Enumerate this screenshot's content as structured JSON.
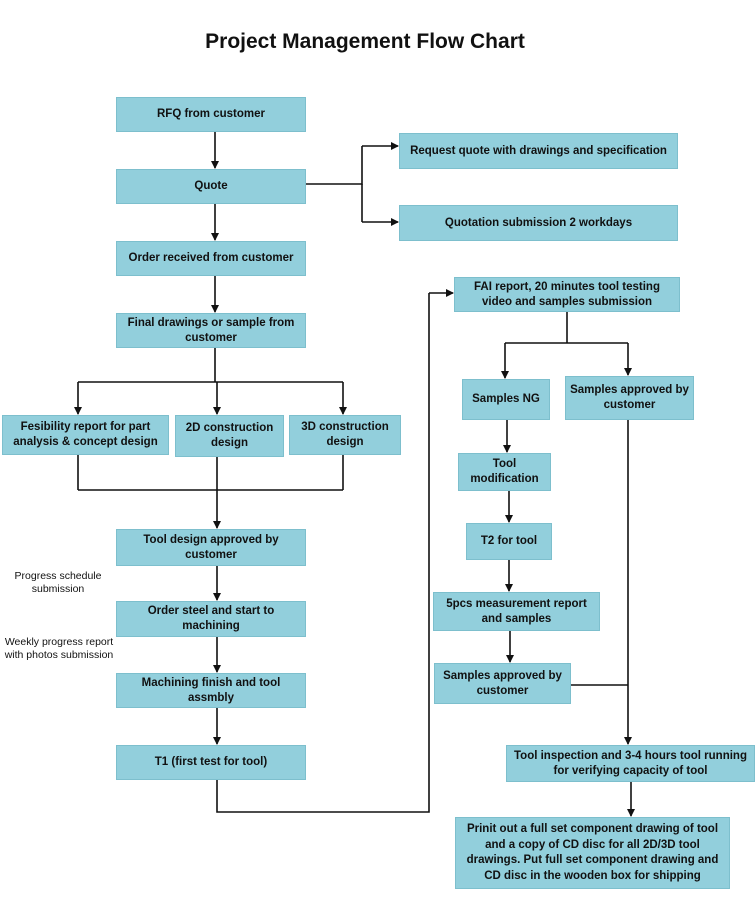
{
  "title": "Project Management Flow Chart",
  "nodes": {
    "rfq": "RFQ from customer",
    "quote": "Quote",
    "request_quote": "Request quote with drawings and specification",
    "quotation_submission": "Quotation submission 2 workdays",
    "order_received": "Order received from customer",
    "final_drawings": "Final drawings or sample from customer",
    "feasibility": "Fesibility report for part analysis & concept design",
    "construction_2d": "2D construction design",
    "construction_3d": "3D construction design",
    "tool_design_approved": "Tool design approved by customer",
    "order_steel": "Order steel and start to machining",
    "machining_finish": "Machining finish and tool assmbly",
    "t1": "T1 (first test for tool)",
    "fai_report": "FAI report, 20 minutes tool testing video and samples submission",
    "samples_ng": "Samples NG",
    "samples_approved_right": "Samples approved by customer",
    "tool_modification": "Tool modification",
    "t2": "T2 for tool",
    "measurement_report": "5pcs measurement report and samples",
    "samples_approved_left": "Samples approved by customer",
    "tool_inspection": "Tool inspection and 3-4 hours tool running for verifying capacity of tool",
    "print_out": "Prinit out a full set component drawing of tool and a copy of CD disc for all 2D/3D tool drawings. Put full set component drawing and CD disc in the wooden box for shipping"
  },
  "notes": {
    "progress_schedule": "Progress schedule submission",
    "weekly_progress": "Weekly progress report with photos submission"
  }
}
